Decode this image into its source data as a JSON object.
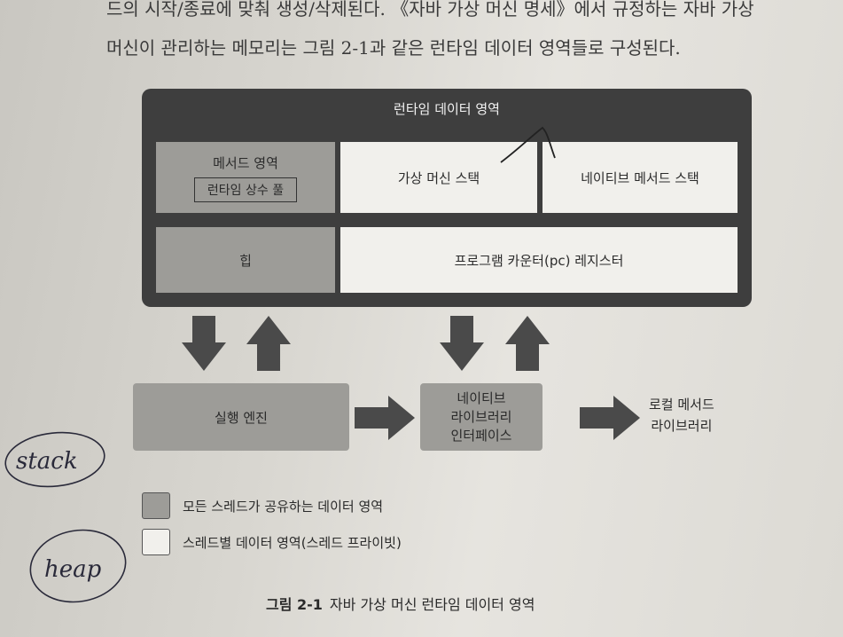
{
  "paragraph": {
    "line1": "드의 시작/종료에 맞춰 생성/삭제된다. 《자바 가상 머신 명세》에서 규정하는 자바 가상",
    "line2": "머신이 관리하는 메모리는 그림 2-1과 같은 런타임 데이터 영역들로 구성된다."
  },
  "diagram": {
    "runtime_title": "런타임 데이터 영역",
    "method_area": "메서드 영역",
    "constant_pool": "런타임 상수 풀",
    "vm_stack": "가상 머신 스택",
    "native_stack": "네이티브 메서드 스택",
    "heap": "힙",
    "pc_register": "프로그램 카운터(pc) 레지스터",
    "execution_engine": "실행 엔진",
    "native_interface": [
      "네이티브",
      "라이브러리",
      "인터페이스"
    ],
    "local_library": [
      "로컬 메서드",
      "라이브러리"
    ]
  },
  "legend": {
    "shared": "모든 스레드가 공유하는 데이터 영역",
    "private": "스레드별 데이터 영역(스레드 프라이빗)"
  },
  "caption": {
    "number": "그림 2-1",
    "text": "자바 가상 머신 런타임 데이터 영역"
  },
  "handwriting": {
    "note1": "stack",
    "note2": "heap"
  },
  "colors": {
    "shared": "#9d9c98",
    "private": "#f1f0ec",
    "frame": "#3e3e3e"
  }
}
